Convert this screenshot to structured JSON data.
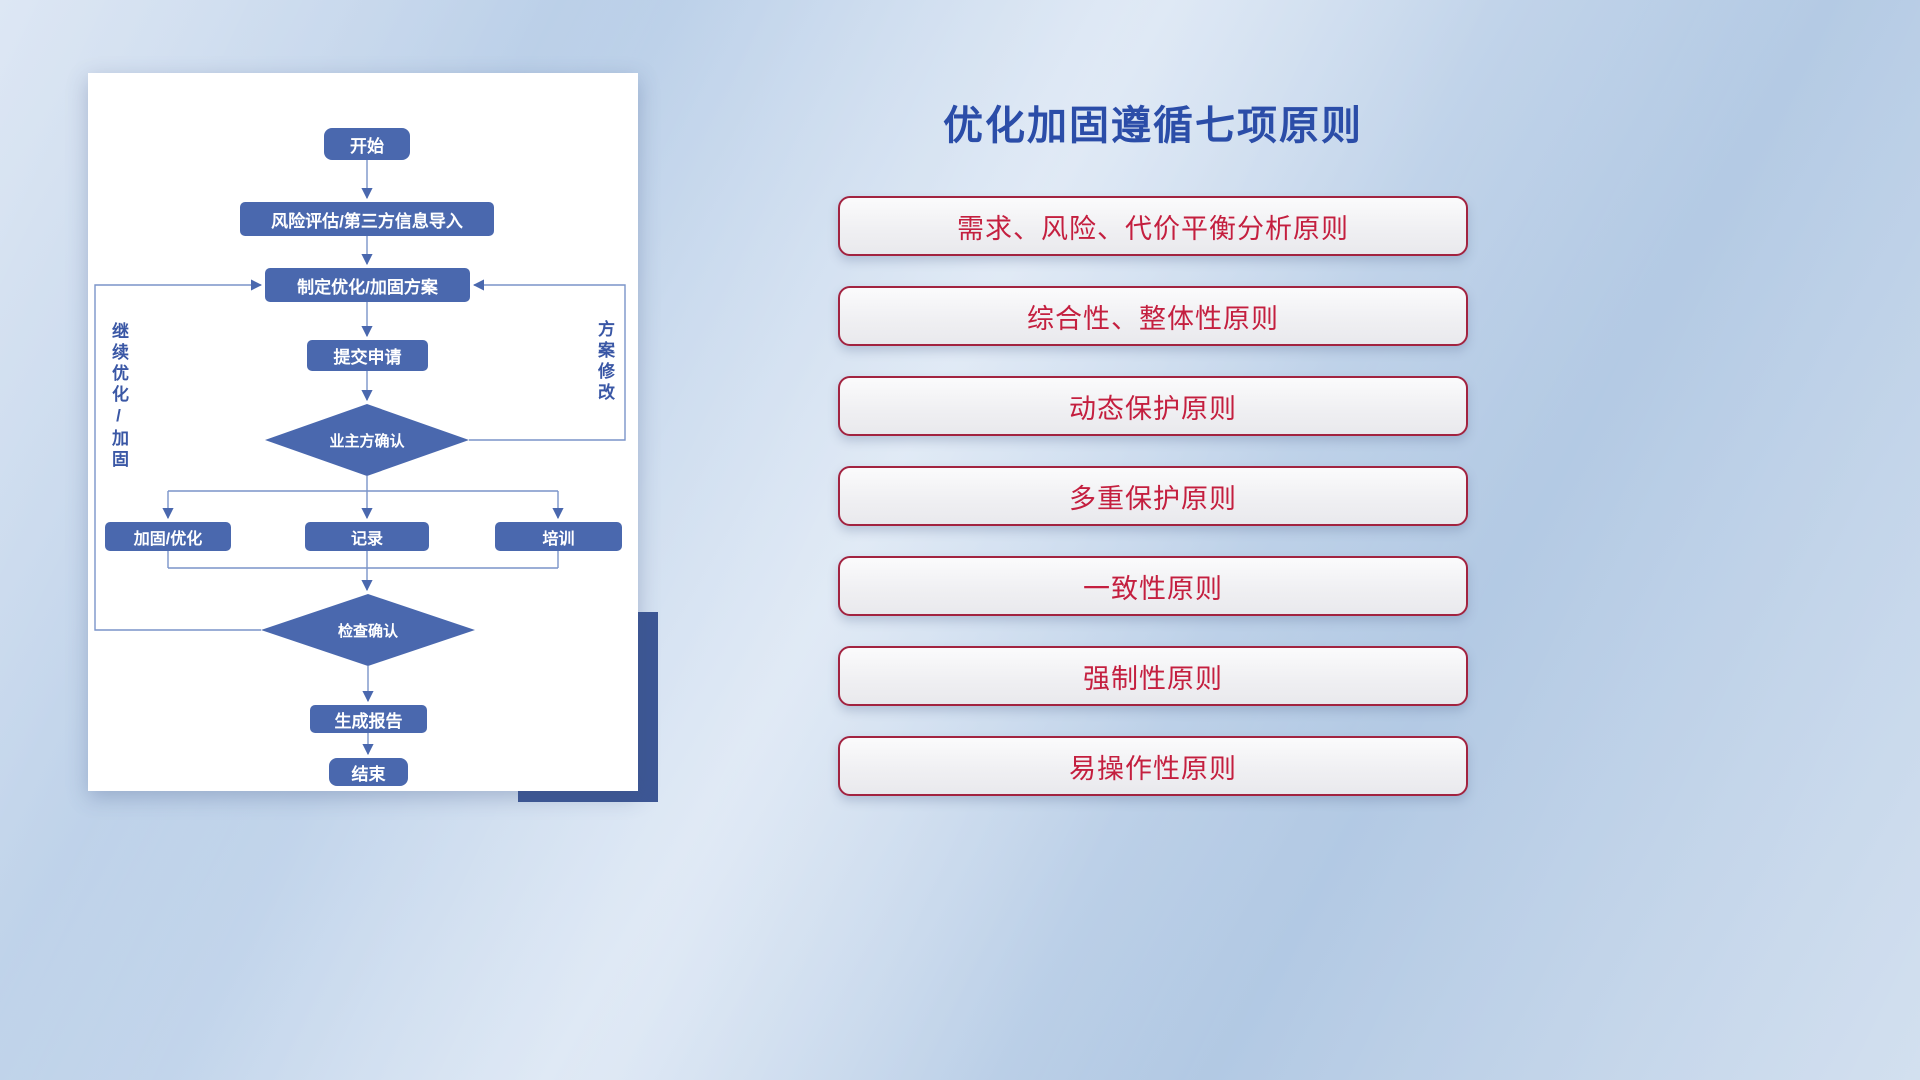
{
  "slide": {
    "title": "优化加固遵循七项原则"
  },
  "flowchart": {
    "nodes": {
      "start": "开始",
      "risk_import": "风险评估/第三方信息导入",
      "make_plan": "制定优化/加固方案",
      "submit": "提交申请",
      "owner_confirm": "业主方确认",
      "reinforce": "加固/优化",
      "record": "记录",
      "training": "培训",
      "check_confirm": "检查确认",
      "report": "生成报告",
      "end": "结束"
    },
    "labels": {
      "continue_loop": "继续优化/加固",
      "modify_loop": "方案修改"
    }
  },
  "principles": {
    "items": [
      {
        "label": "需求、风险、代价平衡分析原则"
      },
      {
        "label": "综合性、整体性原则"
      },
      {
        "label": "动态保护原则"
      },
      {
        "label": "多重保护原则"
      },
      {
        "label": "一致性原则"
      },
      {
        "label": "强制性原则"
      },
      {
        "label": "易操作性原则"
      }
    ]
  },
  "colors": {
    "accent_blue": "#2b4da8",
    "node_blue": "#4a68ae",
    "connector_blue": "#7a94c9",
    "principle_red": "#c41f3f",
    "principle_border": "#a22340",
    "navy_decor": "#3d5795"
  }
}
